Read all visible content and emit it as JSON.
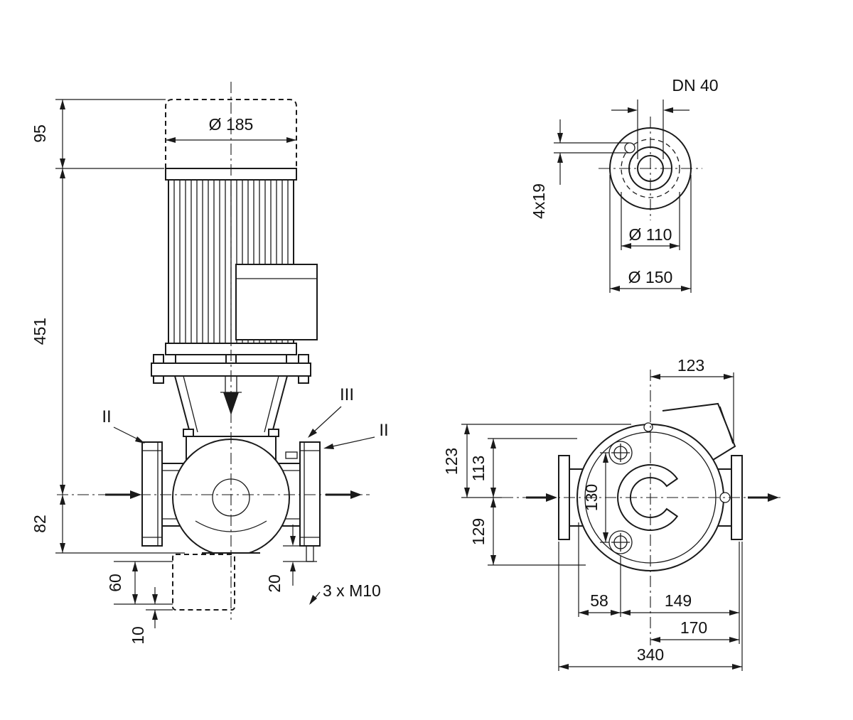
{
  "front_view": {
    "dims": {
      "d185": "Ø 185",
      "d95": "95",
      "d451": "451",
      "d82": "82",
      "d60": "60",
      "d10": "10",
      "d20": "20",
      "m10": "3 x M10"
    },
    "sections": {
      "left": "II",
      "mid": "III",
      "right": "II"
    }
  },
  "flange_view": {
    "dims": {
      "dn": "DN 40",
      "holes": "4x19",
      "d110": "Ø 110",
      "d150": "Ø 150"
    }
  },
  "plan_view": {
    "dims": {
      "d123_top": "123",
      "d123_left": "123",
      "d113": "113",
      "d129": "129",
      "d130": "130",
      "d58": "58",
      "d149": "149",
      "d170": "170",
      "d340": "340"
    }
  }
}
